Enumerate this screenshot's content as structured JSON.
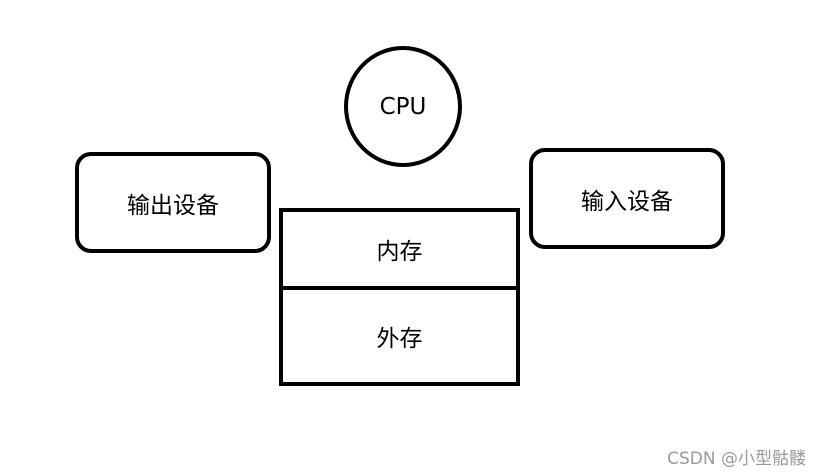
{
  "diagram": {
    "cpu": "CPU",
    "output_device": "输出设备",
    "input_device": "输入设备",
    "memory": "内存",
    "external_storage": "外存"
  },
  "watermark": "CSDN @小型骷髅"
}
